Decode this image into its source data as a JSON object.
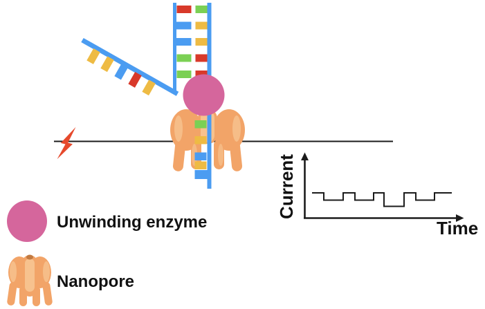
{
  "palette": {
    "blue": "#4b9cf1",
    "red": "#d8392a",
    "green": "#7bd054",
    "yellow": "#eebb44",
    "pink": "#d5669c",
    "orange": "#f2a468",
    "orangeLight": "#f7c28e",
    "orangeDark": "#c27a41",
    "bolt": "#e6492c",
    "ink": "#1b1b1b"
  },
  "diagram": {
    "dna": {
      "ladder_rows": [
        {
          "left": "red",
          "right": "green"
        },
        {
          "left": "blue",
          "right": "yellow"
        },
        {
          "left": "blue",
          "right": "yellow"
        },
        {
          "left": "green",
          "right": "red"
        },
        {
          "left": "green",
          "right": "red"
        }
      ],
      "overhang_bases": [
        "yellow",
        "yellow",
        "blue",
        "red",
        "yellow"
      ],
      "thread_bases": [
        "green",
        "yellow",
        "blue",
        "yellow"
      ]
    },
    "plot": {
      "type": "line",
      "ylabel": "Current",
      "xlabel": "Time",
      "trace": [
        [
          451,
          279
        ],
        [
          468,
          279
        ],
        [
          468,
          289.5
        ],
        [
          496,
          289.5
        ],
        [
          496,
          279
        ],
        [
          513,
          279
        ],
        [
          513,
          289.5
        ],
        [
          540,
          289.5
        ],
        [
          540,
          279
        ],
        [
          555,
          279
        ],
        [
          555,
          298.5
        ],
        [
          584,
          298.5
        ],
        [
          584,
          279
        ],
        [
          601,
          279
        ],
        [
          601,
          289.5
        ],
        [
          628,
          289.5
        ],
        [
          628,
          279
        ],
        [
          653,
          279
        ]
      ]
    },
    "legend": {
      "enzyme_label": "Unwinding enzyme",
      "nanopore_label": "Nanopore"
    }
  }
}
